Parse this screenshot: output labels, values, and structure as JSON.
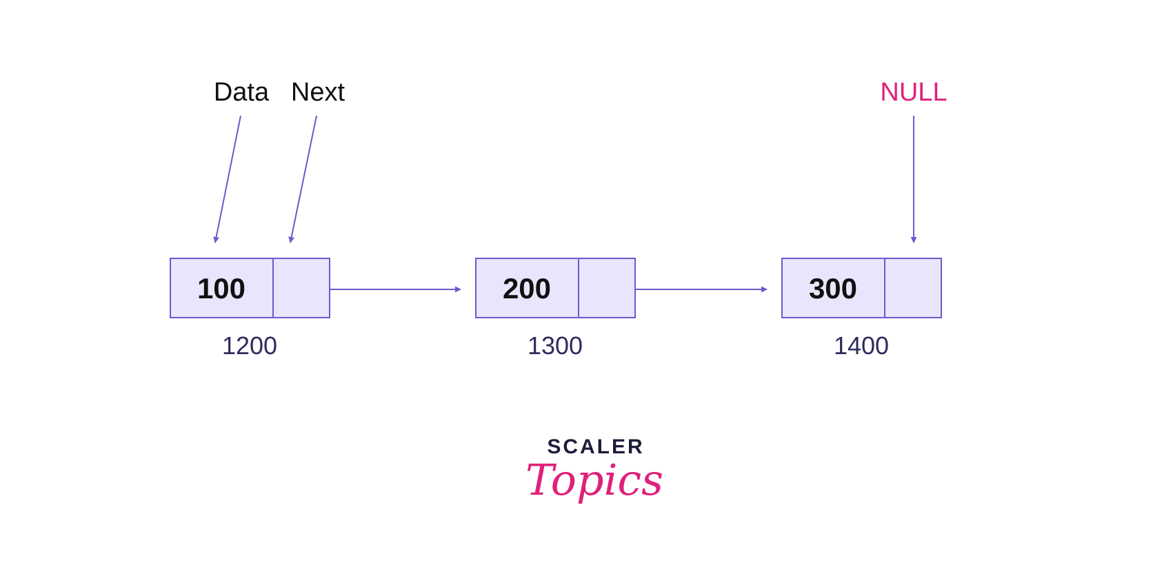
{
  "colors": {
    "node_fill": "#e8e6fd",
    "node_border": "#6a5acd",
    "arrow": "#6a5acd",
    "null_text": "#e0207a",
    "brand_dark": "#1c1c3a",
    "brand_pink": "#e0207a"
  },
  "labels": {
    "data": "Data",
    "next": "Next",
    "null": "NULL"
  },
  "nodes": [
    {
      "value": "100",
      "address": "1200"
    },
    {
      "value": "200",
      "address": "1300"
    },
    {
      "value": "300",
      "address": "1400"
    }
  ],
  "brand": {
    "line1": "SCALER",
    "line2": "Topics"
  }
}
